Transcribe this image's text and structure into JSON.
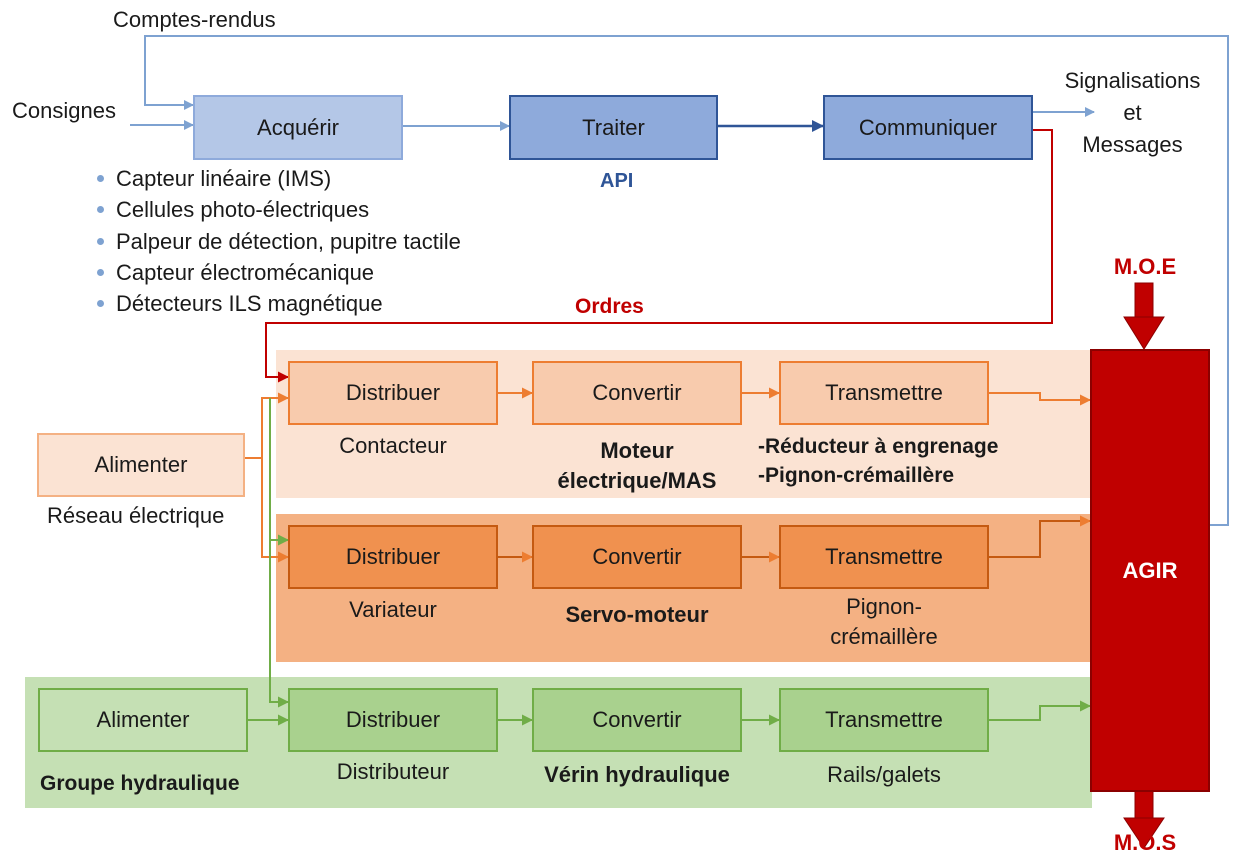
{
  "top": {
    "comptes_rendus": "Comptes-rendus",
    "consignes": "Consignes",
    "signalisations": [
      "Signalisations",
      "et",
      "Messages"
    ],
    "acquerir": "Acquérir",
    "traiter": "Traiter",
    "api": "API",
    "communiquer": "Communiquer",
    "ordres": "Ordres"
  },
  "sensors": [
    "Capteur linéaire (IMS)",
    "Cellules photo-électriques",
    "Palpeur de détection, pupitre tactile",
    "Capteur électromécanique",
    "Détecteurs ILS magnétique"
  ],
  "alimenter_elec": {
    "label": "Alimenter",
    "caption": "Réseau électrique"
  },
  "chain1": {
    "distribuer": "Distribuer",
    "distribuer_cap": "Contacteur",
    "convertir": "Convertir",
    "convertir_cap": [
      "Moteur",
      "électrique/MAS"
    ],
    "transmettre": "Transmettre",
    "transmettre_cap": [
      "-Réducteur à engrenage",
      "-Pignon-crémaillère"
    ]
  },
  "chain2": {
    "distribuer": "Distribuer",
    "distribuer_cap": "Variateur",
    "convertir": "Convertir",
    "convertir_cap": "Servo-moteur",
    "transmettre": "Transmettre",
    "transmettre_cap": [
      "Pignon-",
      "crémaillère"
    ]
  },
  "chain3": {
    "alimenter": "Alimenter",
    "alimenter_cap": "Groupe hydraulique",
    "distribuer": "Distribuer",
    "distribuer_cap": "Distributeur",
    "convertir": "Convertir",
    "convertir_cap": "Vérin hydraulique",
    "transmettre": "Transmettre",
    "transmettre_cap": "Rails/galets"
  },
  "agir": {
    "label": "AGIR",
    "moe": "M.O.E",
    "mos": "M.O.S"
  },
  "colors": {
    "blue_light": "#b4c7e7",
    "blue_mid": "#8eaadb",
    "blue_border": "#2f5597",
    "orange_band1": "#fbe3d3",
    "orange_box1": "#f8cbad",
    "orange_line": "#ed7d31",
    "orange_band2": "#f4b183",
    "orange_box2": "#f0914f",
    "green_band": "#c5e0b4",
    "green_box": "#a9d18e",
    "green_line": "#70ad47",
    "red": "#c00000",
    "red_text": "#c00000",
    "api_blue": "#2f5597"
  }
}
